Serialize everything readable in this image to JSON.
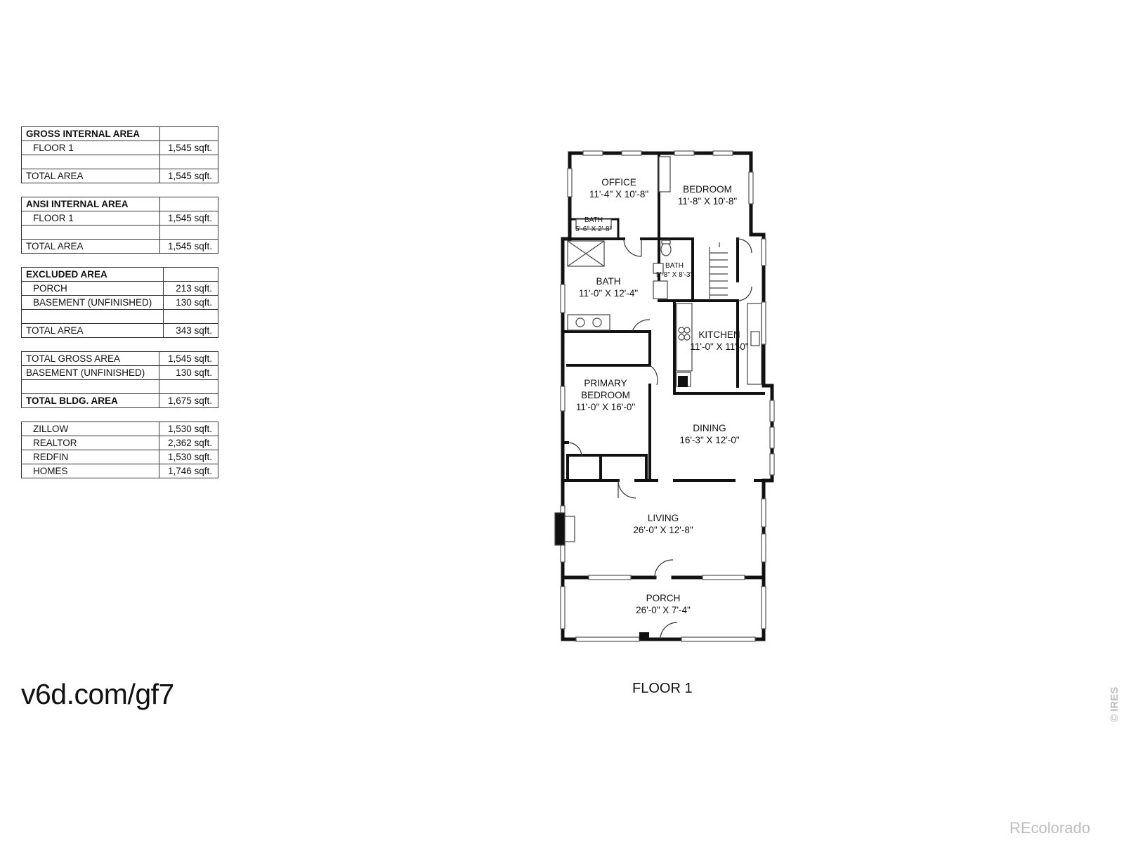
{
  "tables": {
    "gross": {
      "header": "GROSS INTERNAL AREA",
      "floor_label": "FLOOR 1",
      "floor_value": "1,545 sqft.",
      "total_label": "TOTAL AREA",
      "total_value": "1,545 sqft."
    },
    "ansi": {
      "header": "ANSI INTERNAL AREA",
      "floor_label": "FLOOR 1",
      "floor_value": "1,545 sqft.",
      "total_label": "TOTAL AREA",
      "total_value": "1,545 sqft."
    },
    "excluded": {
      "header": "EXCLUDED AREA",
      "porch_label": "PORCH",
      "porch_value": "213 sqft.",
      "basement_label": "BASEMENT (UNFINISHED)",
      "basement_value": "130 sqft.",
      "total_label": "TOTAL AREA",
      "total_value": "343 sqft."
    },
    "summary": {
      "gross_label": "TOTAL GROSS AREA",
      "gross_value": "1,545 sqft.",
      "basement_label": "BASEMENT (UNFINISHED)",
      "basement_value": "130 sqft.",
      "bldg_label": "TOTAL BLDG. AREA",
      "bldg_value": "1,675 sqft."
    },
    "sources": {
      "zillow_label": "ZILLOW",
      "zillow_value": "1,530 sqft.",
      "realtor_label": "REALTOR",
      "realtor_value": "2,362 sqft.",
      "redfin_label": "REDFIN",
      "redfin_value": "1,530 sqft.",
      "homes_label": "HOMES",
      "homes_value": "1,746 sqft."
    }
  },
  "url_text": "v6d.com/gf7",
  "floor_label": "FLOOR 1",
  "watermark": {
    "side": "© IRES",
    "brand": "REcolorado"
  },
  "rooms": {
    "office": {
      "name": "OFFICE",
      "dims": "11'-4\" X 10'-8\""
    },
    "bedroom": {
      "name": "BEDROOM",
      "dims": "11'-8\" X 10'-8\""
    },
    "bath_small": {
      "name": "BATH",
      "dims": "5'-6\" X 2'-8\""
    },
    "bath_half": {
      "name": "BATH",
      "dims": "5'-8\" X 8'-3\""
    },
    "bath_main": {
      "name": "BATH",
      "dims": "11'-0\" X 12'-4\""
    },
    "kitchen": {
      "name": "KITCHEN",
      "dims": "11'-0\" X 11'-0\""
    },
    "primary": {
      "name_line1": "PRIMARY",
      "name_line2": "BEDROOM",
      "dims": "11'-0\" X 16'-0\""
    },
    "dining": {
      "name": "DINING",
      "dims": "16'-3\" X 12'-0\""
    },
    "living": {
      "name": "LIVING",
      "dims": "26'-0\" X 12'-8\""
    },
    "porch": {
      "name": "PORCH",
      "dims": "26'-0\" X 7'-4\""
    }
  }
}
